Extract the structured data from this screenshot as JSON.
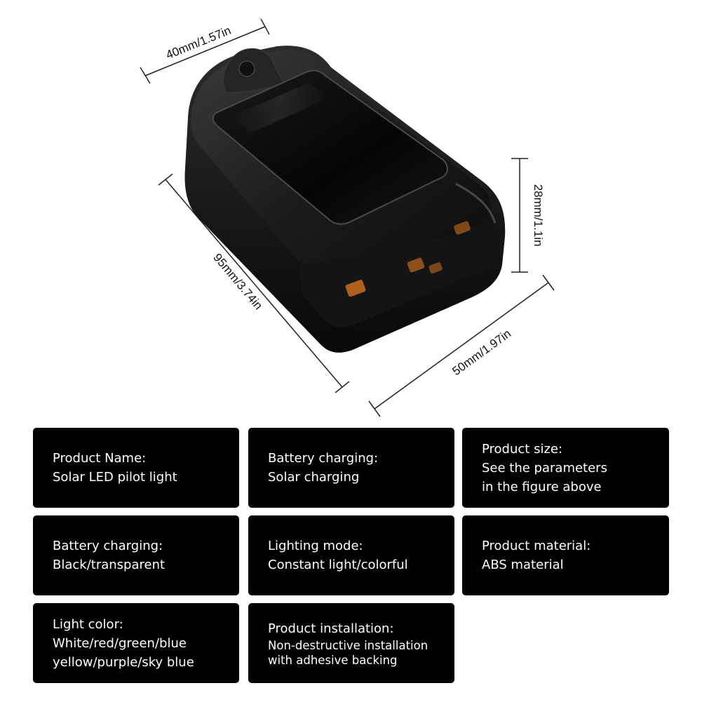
{
  "dimensions": {
    "top_width": "40mm/1.57in",
    "height": "28mm/1.1in",
    "length": "95mm/3.74in",
    "base_width": "50mm/1.97in"
  },
  "colors": {
    "card_background": "#000000",
    "card_text": "#ffffff",
    "led_amber": "#e0781e"
  },
  "specs": [
    {
      "label": "Product Name:",
      "lines": [
        "Solar LED pilot light"
      ]
    },
    {
      "label": "Battery charging:",
      "lines": [
        "Solar charging"
      ]
    },
    {
      "label": "Product size:",
      "lines": [
        "See the parameters",
        "in the figure above"
      ]
    },
    {
      "label": "Battery charging:",
      "lines": [
        "Black/transparent"
      ]
    },
    {
      "label": "Lighting mode:",
      "lines": [
        "Constant light/colorful"
      ]
    },
    {
      "label": "Product material:",
      "lines": [
        "ABS material"
      ]
    },
    {
      "label": "Light color:",
      "lines": [
        "White/red/green/blue",
        "yellow/purple/sky blue"
      ]
    },
    {
      "label": "Product installation:",
      "lines": [
        "Non-destructive installation",
        "with adhesive backing"
      ]
    }
  ]
}
